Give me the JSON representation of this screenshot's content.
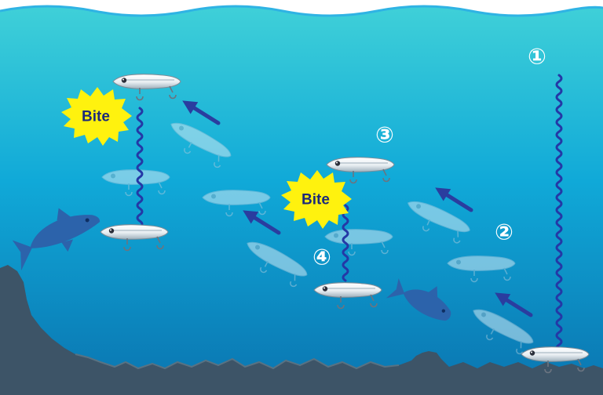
{
  "scene": {
    "colors": {
      "water_top": "#3fd0d8",
      "water_mid": "#0ea3d6",
      "water_bottom": "#0a78b4",
      "seabed": "#3d5467",
      "line": "#1f3d9c",
      "arrow": "#2a3d9f",
      "bite_burst": "#fff20e",
      "bite_text": "#1c2a7a",
      "predator": "#2c63ab"
    }
  },
  "steps": [
    {
      "id": "1",
      "label": "①"
    },
    {
      "id": "2",
      "label": "②"
    },
    {
      "id": "3",
      "label": "③"
    },
    {
      "id": "4",
      "label": "④"
    }
  ],
  "bites": [
    {
      "id": "left",
      "label": "Bite"
    },
    {
      "id": "center",
      "label": "Bite"
    }
  ]
}
